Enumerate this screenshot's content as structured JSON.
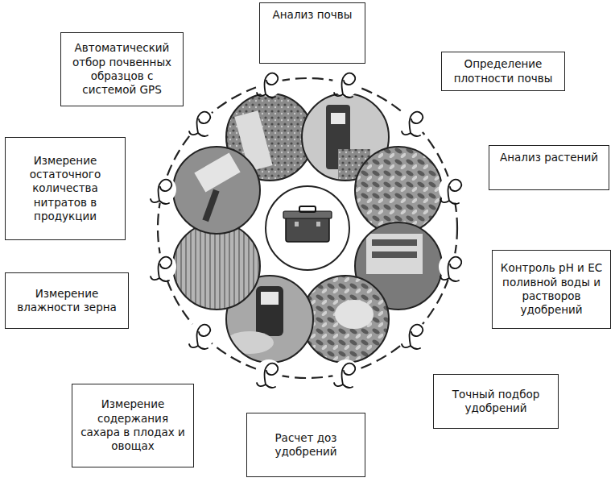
{
  "diagram": {
    "nodes": [
      {
        "text": [
          "Анализ почвы"
        ]
      },
      {
        "text": [
          "Автоматический отбор почвенных образцов с системой GPS"
        ]
      },
      {
        "text": [
          "Определение плотности почвы"
        ]
      },
      {
        "text": [
          "Измерение остаточного количества нитратов в продукции"
        ]
      },
      {
        "text": [
          "Анализ растений"
        ]
      },
      {
        "text": [
          "Контроль pH и EC поливной воды и растворов удобрений"
        ]
      },
      {
        "text": [
          "Измерение влажности зерна"
        ]
      },
      {
        "text": [
          "Точный подбор удобрений"
        ]
      },
      {
        "text": [
          "Измерение содержания сахара в плодах и овощах"
        ]
      },
      {
        "text": [
          "Расчет доз удобрений"
        ]
      }
    ]
  }
}
